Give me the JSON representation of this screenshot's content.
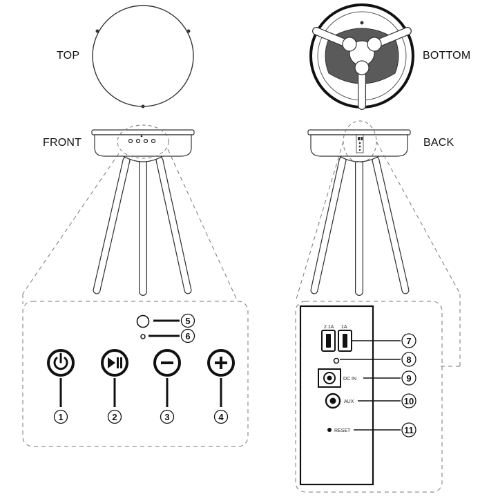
{
  "views": {
    "top": "TOP",
    "bottom": "BOTTOM",
    "front": "FRONT",
    "back": "BACK"
  },
  "front_panel": {
    "callouts": [
      "1",
      "2",
      "3",
      "4",
      "5",
      "6"
    ]
  },
  "back_panel": {
    "usb_labels": [
      "2.1A",
      "1A"
    ],
    "dc_label": "DC IN",
    "aux_label": "AUX",
    "reset_label": "RESET",
    "callouts": [
      "7",
      "8",
      "9",
      "10",
      "11"
    ]
  }
}
